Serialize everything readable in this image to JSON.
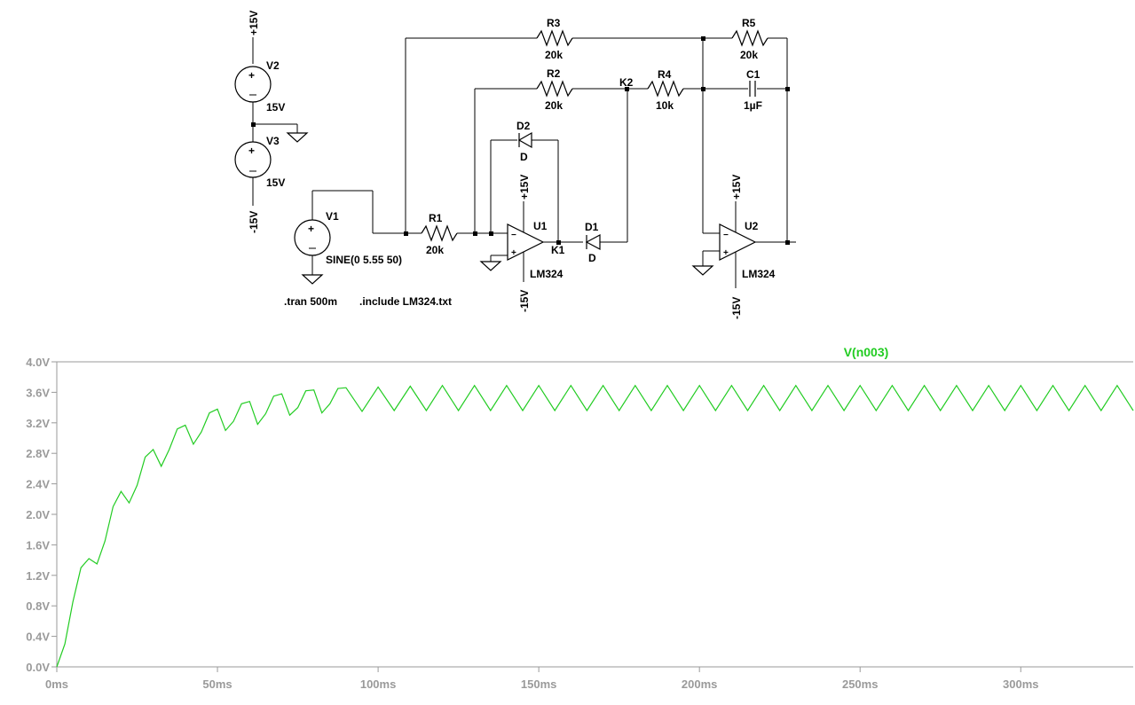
{
  "schematic": {
    "components": {
      "V1": {
        "name": "V1",
        "value": "SINE(0 5.55 50)"
      },
      "V2": {
        "name": "V2",
        "value": "15V"
      },
      "V3": {
        "name": "V3",
        "value": "15V"
      },
      "R1": {
        "name": "R1",
        "value": "20k"
      },
      "R2": {
        "name": "R2",
        "value": "20k"
      },
      "R3": {
        "name": "R3",
        "value": "20k"
      },
      "R4": {
        "name": "R4",
        "value": "10k"
      },
      "R5": {
        "name": "R5",
        "value": "20k"
      },
      "C1": {
        "name": "C1",
        "value": "1µF"
      },
      "D1": {
        "name": "D1",
        "value": "D"
      },
      "D2": {
        "name": "D2",
        "value": "D"
      },
      "U1": {
        "name": "U1",
        "value": "LM324"
      },
      "U2": {
        "name": "U2",
        "value": "LM324"
      }
    },
    "nets": {
      "pos": "+15V",
      "neg": "-15V",
      "k1": "K1",
      "k2": "K2"
    },
    "directives": {
      "tran": ".tran 500m",
      "include": ".include LM324.txt"
    }
  },
  "chart_data": {
    "type": "line",
    "title": "",
    "xlabel": "",
    "ylabel": "",
    "xlim": [
      0,
      335
    ],
    "ylim": [
      0,
      4.0
    ],
    "grid": false,
    "x_ticks": [
      "0ms",
      "50ms",
      "100ms",
      "150ms",
      "200ms",
      "250ms",
      "300ms"
    ],
    "y_ticks": [
      "0.0V",
      "0.4V",
      "0.8V",
      "1.2V",
      "1.6V",
      "2.0V",
      "2.4V",
      "2.8V",
      "3.2V",
      "3.6V",
      "4.0V"
    ],
    "series": [
      {
        "name": "V(n003)",
        "color": "#22cc22",
        "x": [
          0,
          2.5,
          5,
          7.5,
          10,
          12.5,
          15,
          17.5,
          20,
          22.5,
          25,
          27.5,
          30,
          32.5,
          35,
          37.5,
          40,
          42.5,
          45,
          47.5,
          50,
          52.5,
          55,
          57.5,
          60,
          62.5,
          65,
          67.5,
          70,
          72.5,
          75,
          77.5,
          80,
          82.5,
          85,
          87.5,
          90,
          95,
          100,
          105,
          110,
          115,
          120,
          125,
          130,
          135,
          140,
          145,
          150,
          155,
          160,
          165,
          170,
          175,
          180,
          185,
          190,
          195,
          200,
          205,
          210,
          215,
          220,
          225,
          230,
          235,
          240,
          245,
          250,
          255,
          260,
          265,
          270,
          275,
          280,
          285,
          290,
          295,
          300,
          305,
          310,
          315,
          320,
          325,
          330,
          335
        ],
        "y": [
          0.0,
          0.3,
          0.85,
          1.3,
          1.42,
          1.35,
          1.65,
          2.1,
          2.3,
          2.15,
          2.38,
          2.75,
          2.85,
          2.63,
          2.85,
          3.12,
          3.17,
          2.92,
          3.08,
          3.33,
          3.38,
          3.1,
          3.22,
          3.45,
          3.48,
          3.18,
          3.32,
          3.55,
          3.58,
          3.3,
          3.4,
          3.62,
          3.63,
          3.33,
          3.45,
          3.65,
          3.66,
          3.35,
          3.67,
          3.36,
          3.68,
          3.36,
          3.69,
          3.36,
          3.69,
          3.36,
          3.69,
          3.36,
          3.69,
          3.36,
          3.69,
          3.36,
          3.69,
          3.36,
          3.69,
          3.36,
          3.69,
          3.36,
          3.69,
          3.36,
          3.69,
          3.36,
          3.69,
          3.36,
          3.69,
          3.36,
          3.69,
          3.36,
          3.69,
          3.36,
          3.69,
          3.36,
          3.69,
          3.36,
          3.69,
          3.36,
          3.69,
          3.36,
          3.69,
          3.36,
          3.69,
          3.36,
          3.69,
          3.36,
          3.69,
          3.36
        ]
      }
    ]
  }
}
